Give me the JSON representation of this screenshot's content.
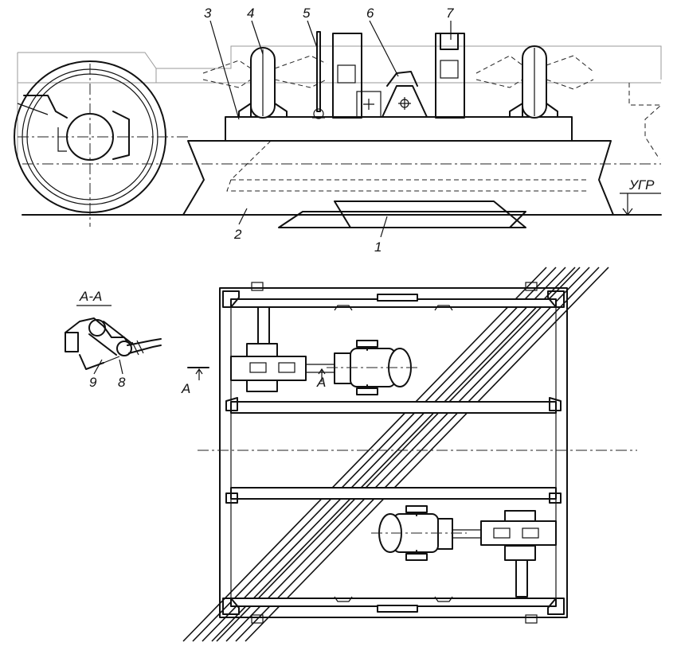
{
  "labels": {
    "callout_1": "1",
    "callout_2": "2",
    "callout_3": "3",
    "callout_4": "4",
    "callout_5": "5",
    "callout_6": "6",
    "callout_7": "7",
    "callout_8": "8",
    "callout_9": "9",
    "level_mark": "УГР",
    "section_title": "А-А",
    "section_mark_left": "А",
    "section_mark_right": "А"
  }
}
